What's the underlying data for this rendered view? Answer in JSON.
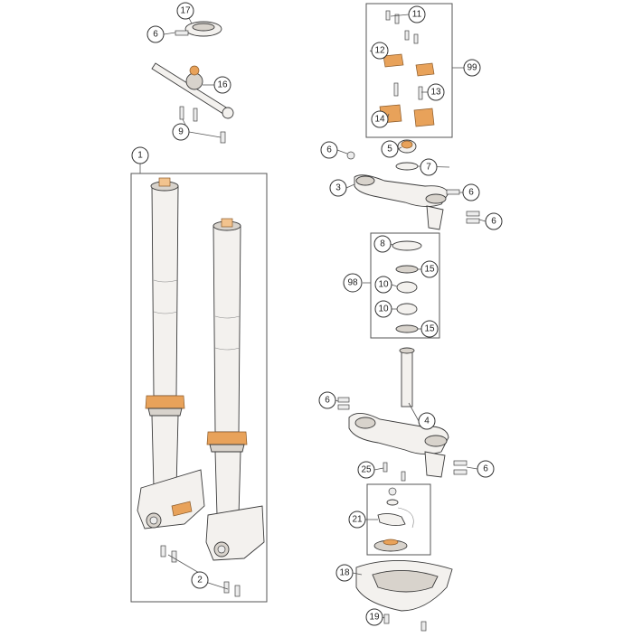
{
  "diagram": {
    "callouts": [
      {
        "id": "c17",
        "label": "17"
      },
      {
        "id": "c6a",
        "label": "6"
      },
      {
        "id": "c16",
        "label": "16"
      },
      {
        "id": "c9",
        "label": "9"
      },
      {
        "id": "c1",
        "label": "1"
      },
      {
        "id": "c2",
        "label": "2"
      },
      {
        "id": "c11",
        "label": "11"
      },
      {
        "id": "c12",
        "label": "12"
      },
      {
        "id": "c99",
        "label": "99"
      },
      {
        "id": "c13",
        "label": "13"
      },
      {
        "id": "c14",
        "label": "14"
      },
      {
        "id": "c6b",
        "label": "6"
      },
      {
        "id": "c5",
        "label": "5"
      },
      {
        "id": "c7",
        "label": "7"
      },
      {
        "id": "c3",
        "label": "3"
      },
      {
        "id": "c6c",
        "label": "6"
      },
      {
        "id": "c6d",
        "label": "6"
      },
      {
        "id": "c8",
        "label": "8"
      },
      {
        "id": "c15a",
        "label": "15"
      },
      {
        "id": "c98",
        "label": "98"
      },
      {
        "id": "c10a",
        "label": "10"
      },
      {
        "id": "c10b",
        "label": "10"
      },
      {
        "id": "c15b",
        "label": "15"
      },
      {
        "id": "c6e",
        "label": "6"
      },
      {
        "id": "c4",
        "label": "4"
      },
      {
        "id": "c25",
        "label": "25"
      },
      {
        "id": "c6f",
        "label": "6"
      },
      {
        "id": "c21",
        "label": "21"
      },
      {
        "id": "c18",
        "label": "18"
      },
      {
        "id": "c19",
        "label": "19"
      }
    ],
    "colors": {
      "accent": "#e8a25a",
      "line": "#3a3a3a",
      "background": "#ffffff"
    }
  }
}
